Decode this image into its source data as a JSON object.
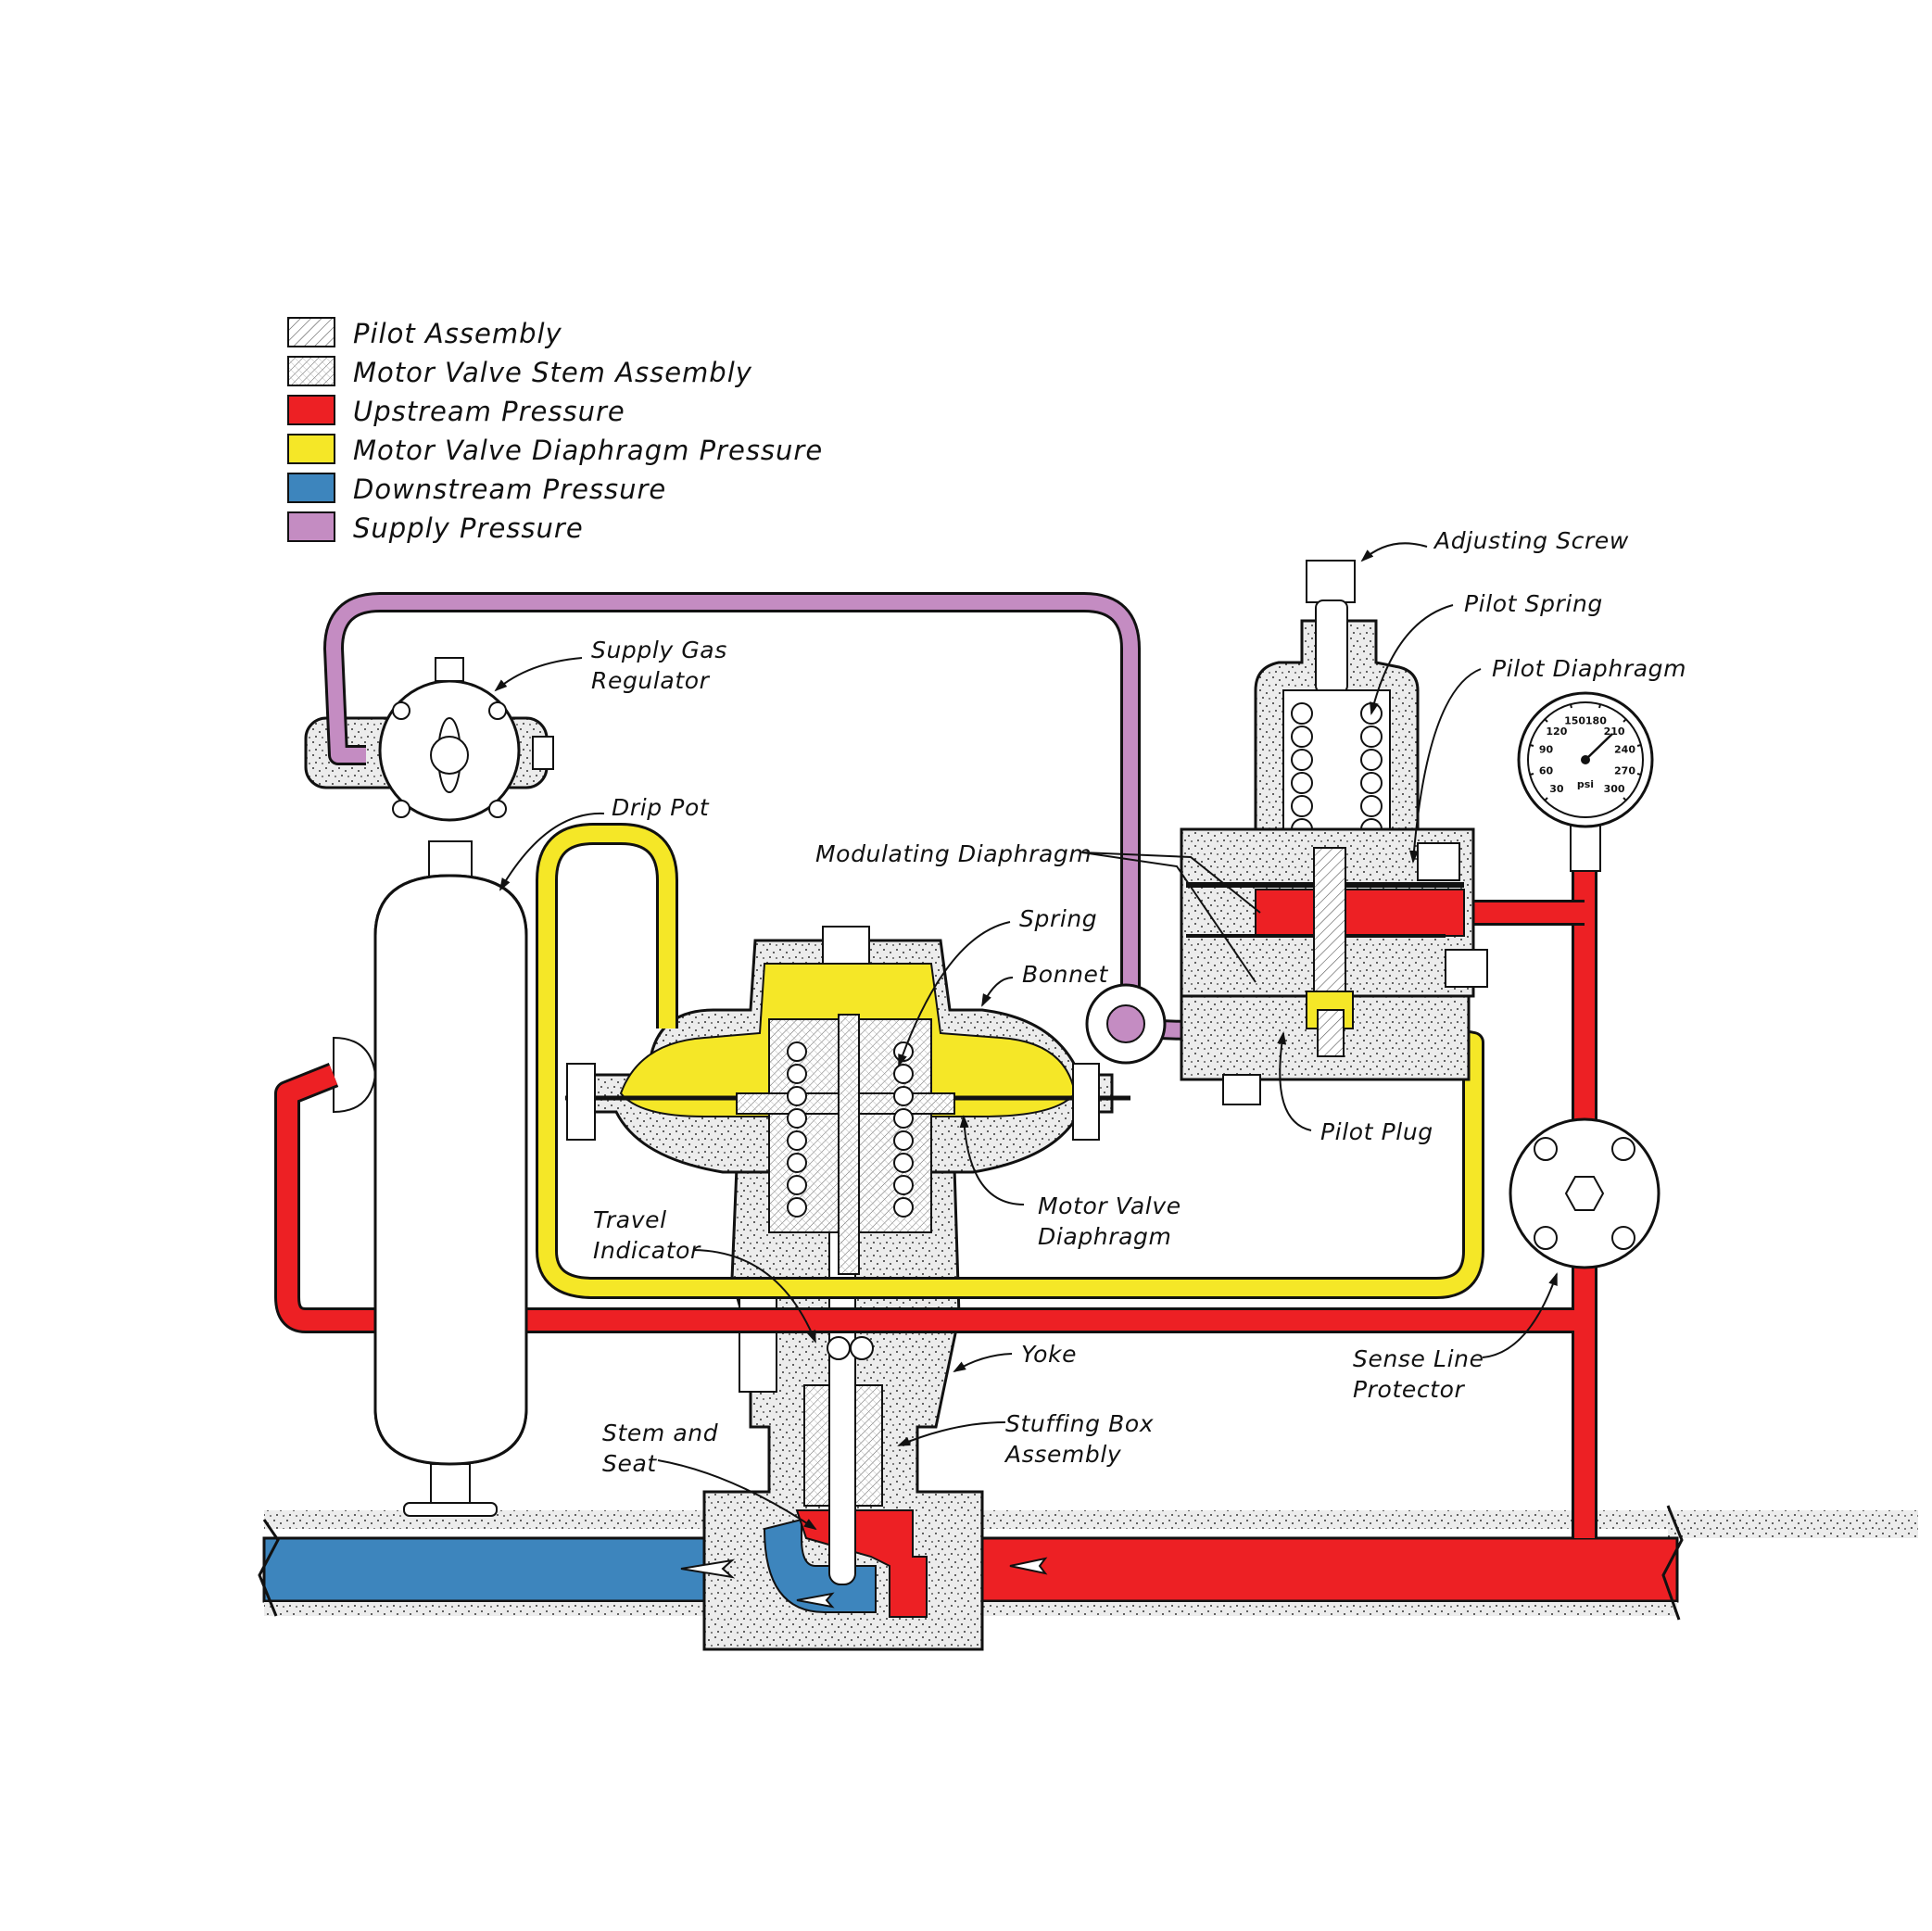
{
  "colors": {
    "upstream": "#ed2024",
    "diaphragm": "#f5e727",
    "downstream": "#3d85bd",
    "supply": "#c48cc2",
    "body_fill": "#ececec",
    "outline": "#111111"
  },
  "legend": [
    {
      "label": "Pilot Assembly",
      "swatch": "hatch-fine"
    },
    {
      "label": "Motor Valve Stem Assembly",
      "swatch": "hatch-cross"
    },
    {
      "label": "Upstream Pressure",
      "swatch": "upstream"
    },
    {
      "label": "Motor Valve Diaphragm Pressure",
      "swatch": "diaphragm"
    },
    {
      "label": "Downstream Pressure",
      "swatch": "downstream"
    },
    {
      "label": "Supply Pressure",
      "swatch": "supply"
    }
  ],
  "callouts": {
    "adjusting_screw": "Adjusting Screw",
    "pilot_spring": "Pilot Spring",
    "pilot_diaphragm": "Pilot Diaphragm",
    "supply_gas_regulator_1": "Supply Gas",
    "supply_gas_regulator_2": "Regulator",
    "drip_pot": "Drip Pot",
    "modulating_diaphragm": "Modulating Diaphragm",
    "spring": "Spring",
    "bonnet": "Bonnet",
    "pilot_plug": "Pilot Plug",
    "motor_valve_diaphragm_1": "Motor Valve",
    "motor_valve_diaphragm_2": "Diaphragm",
    "travel_indicator_1": "Travel",
    "travel_indicator_2": "Indicator",
    "yoke": "Yoke",
    "sense_line_protector_1": "Sense Line",
    "sense_line_protector_2": "Protector",
    "stem_and_seat_1": "Stem and",
    "stem_and_seat_2": "Seat",
    "stuffing_box_1": "Stuffing Box",
    "stuffing_box_2": "Assembly"
  },
  "gauge": {
    "ticks": [
      "30",
      "60",
      "90",
      "120",
      "150",
      "180",
      "210",
      "240",
      "270",
      "300"
    ],
    "unit": "psi"
  }
}
